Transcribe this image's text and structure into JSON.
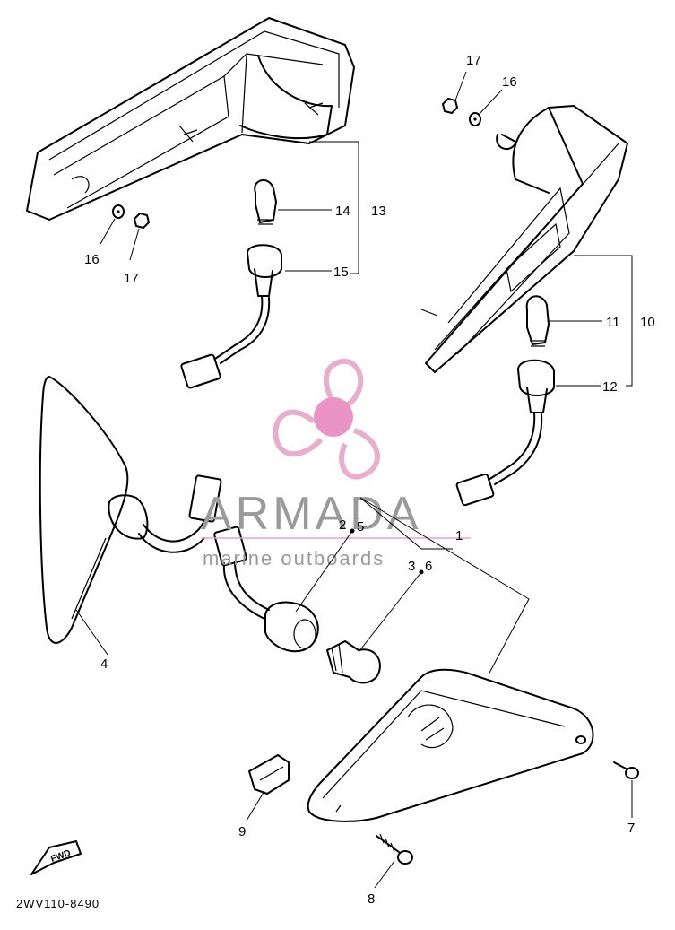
{
  "diagram": {
    "code": "2WV110-8490",
    "fwd_label": "FWD",
    "callouts": {
      "c1": "1",
      "c2": "2",
      "c3": "3",
      "c4": "4",
      "c5": "5",
      "c6": "6",
      "c7": "7",
      "c8": "8",
      "c9": "9",
      "c10": "10",
      "c11": "11",
      "c12": "12",
      "c13": "13",
      "c14": "14",
      "c15": "15",
      "c16a": "16",
      "c16b": "16",
      "c17a": "17",
      "c17b": "17"
    }
  },
  "watermark": {
    "brand": "ARMADA",
    "tagline": "marine outboards",
    "colors": {
      "logo": "#e8a6c8",
      "logo_center": "#e889c0",
      "text": "#9a9a9a"
    }
  }
}
